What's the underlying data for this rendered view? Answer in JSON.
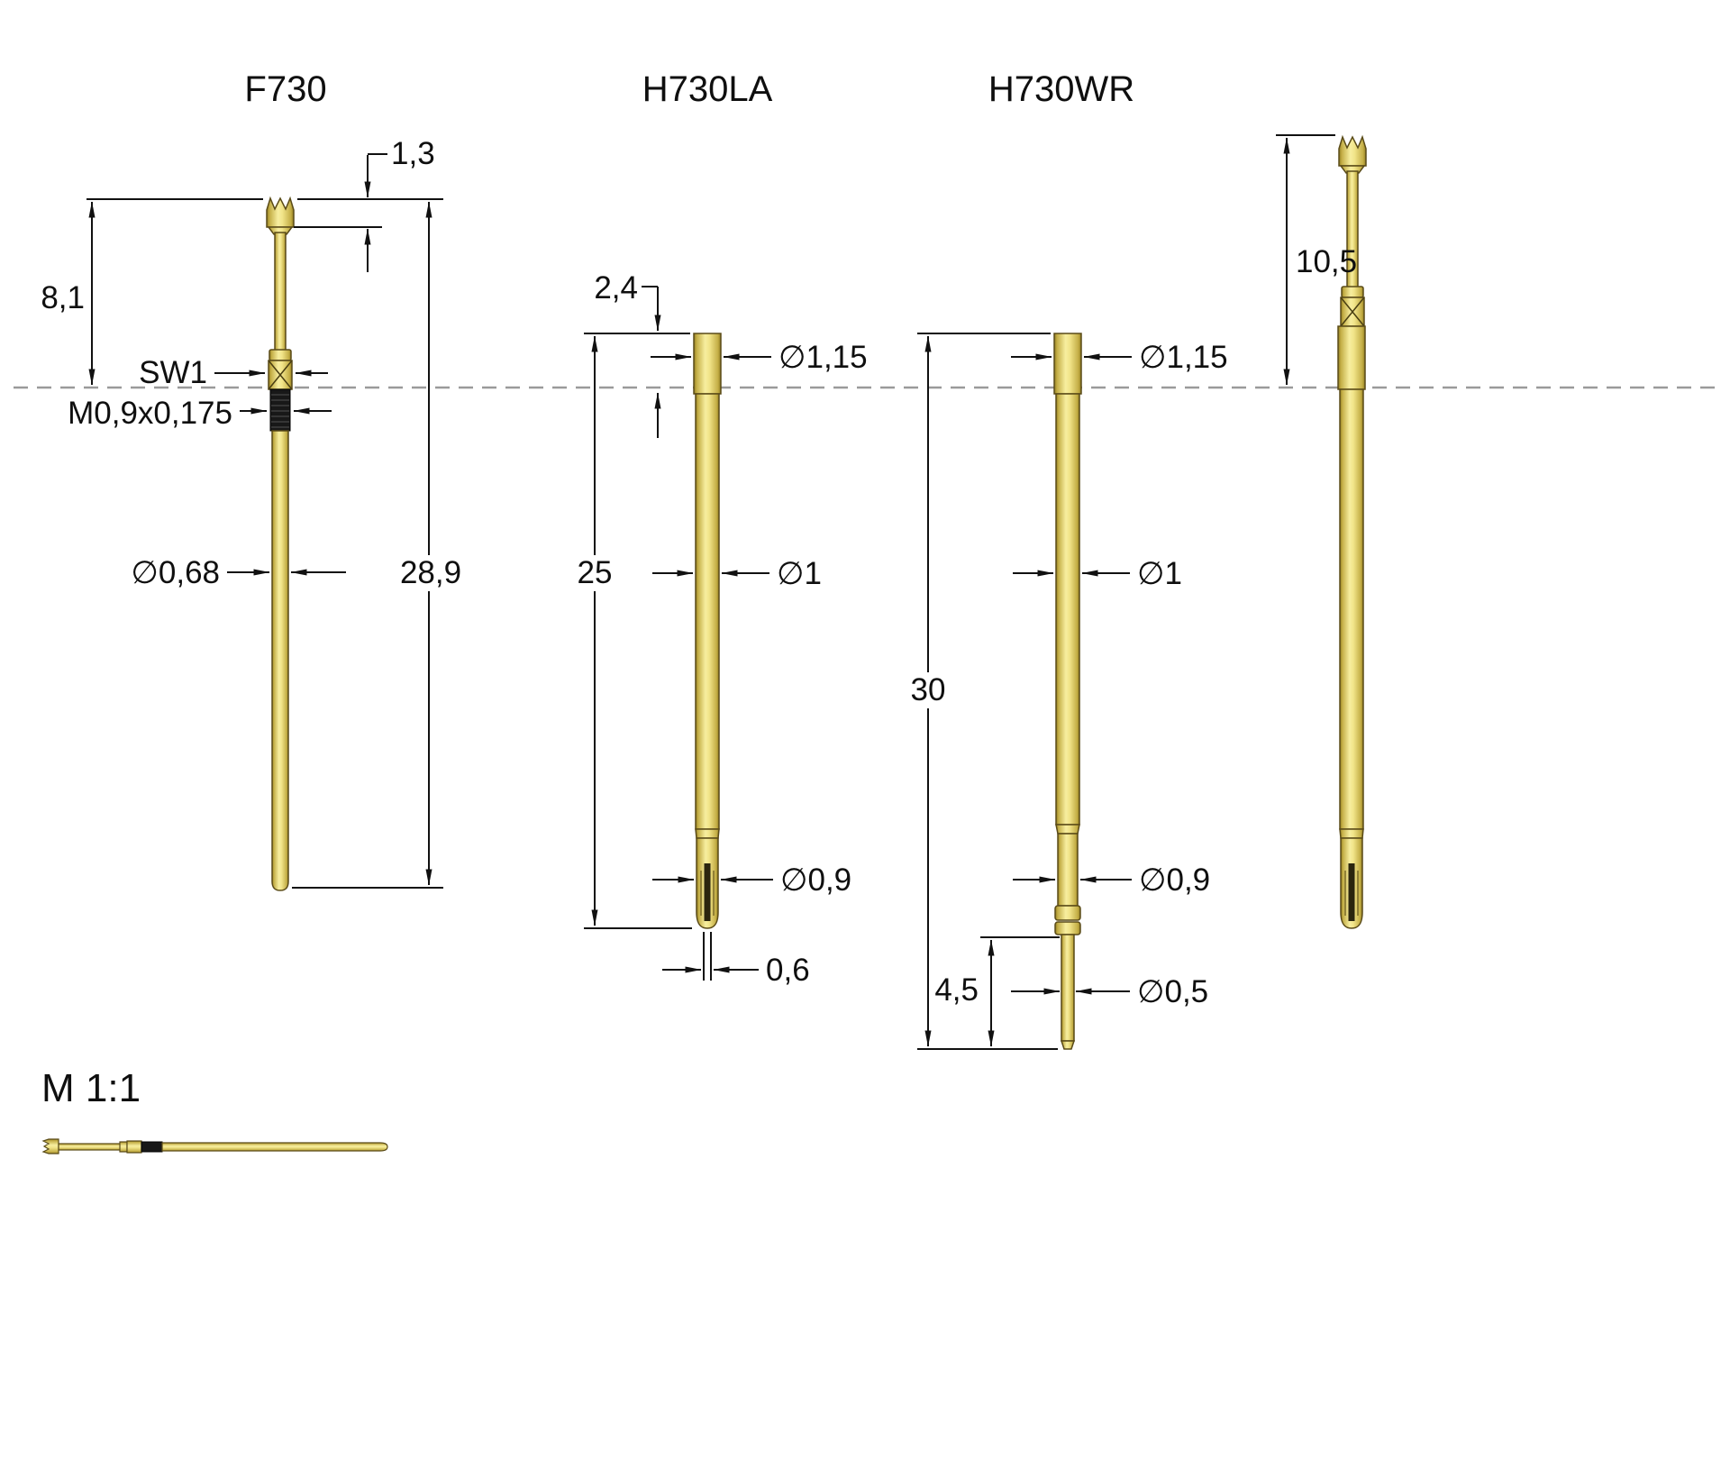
{
  "drawing": {
    "titles": {
      "f730": "F730",
      "h730la": "H730LA",
      "h730wr": "H730WR"
    },
    "scale_label": "M 1:1",
    "f730": {
      "tip_length": "1,3",
      "top_to_plane": "8,1",
      "wrench_size": "SW1",
      "thread_spec": "M0,9x0,175",
      "barrel_diameter": "∅0,68",
      "overall_length": "28,9"
    },
    "h730la": {
      "protrusion": "2,4",
      "head_diameter": "∅1,15",
      "length": "25",
      "body_diameter": "∅1",
      "tip_diameter": "∅0,9",
      "slot_width": "0,6"
    },
    "h730wr": {
      "head_diameter": "∅1,15",
      "body_diameter": "∅1",
      "length": "30",
      "tip_diameter": "∅0,9",
      "tail_length": "4,5",
      "tail_diameter": "∅0,5"
    },
    "assembly": {
      "exposed_length": "10,5"
    },
    "colors": {
      "gold": "#e9d878",
      "gold_dark": "#8f7a1e",
      "thread_black": "#181818",
      "dimension": "#111111",
      "reference_plane": "#9a9a9a"
    }
  }
}
